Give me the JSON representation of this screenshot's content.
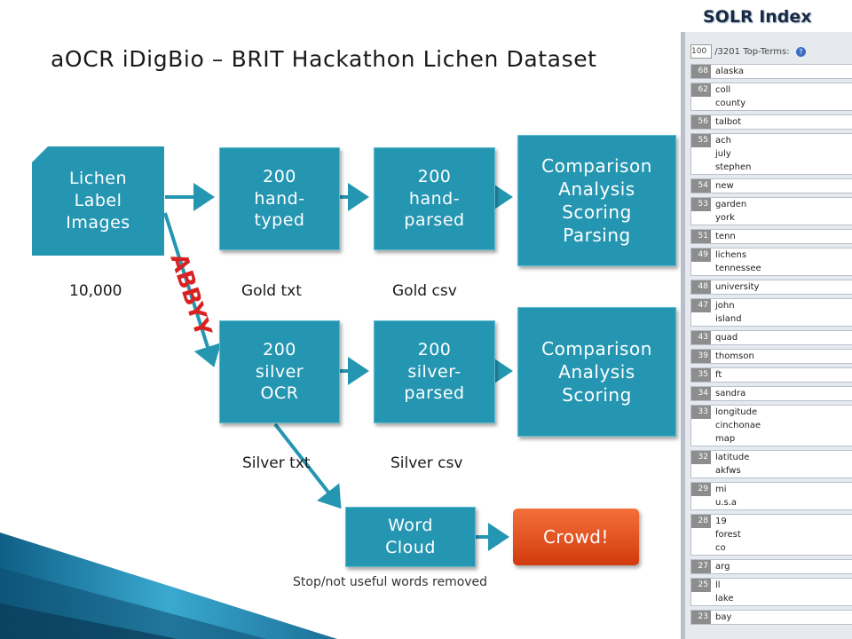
{
  "title": "aOCR iDigBio – BRIT Hackathon Lichen Dataset",
  "boxes": {
    "lichen": "Lichen\nLabel\nImages",
    "hand_typed": "200\nhand-\ntyped",
    "hand_parsed": "200\nhand-\nparsed",
    "comparison_parsing": "Comparison\nAnalysis\nScoring\nParsing",
    "silver_ocr": "200\nsilver\nOCR",
    "silver_parsed": "200\nsilver-\nparsed",
    "comparison_scoring": "Comparison\nAnalysis\nScoring",
    "word_cloud": "Word\nCloud",
    "crowd": "Crowd!"
  },
  "labels": {
    "count": "10,000",
    "gold_txt": "Gold txt",
    "gold_csv": "Gold csv",
    "silver_txt": "Silver txt",
    "silver_csv": "Silver csv",
    "stopwords": "Stop/not useful words removed",
    "abbyy": "ABBYY"
  },
  "solr": {
    "title": "SOLR Index",
    "input_value": "100",
    "total": "/3201",
    "top_terms": "Top-Terms:",
    "help": "?",
    "groups": [
      {
        "count": "68",
        "terms": [
          "alaska"
        ]
      },
      {
        "count": "62",
        "terms": [
          "coll",
          "county"
        ]
      },
      {
        "count": "56",
        "terms": [
          "talbot"
        ]
      },
      {
        "count": "55",
        "terms": [
          "ach",
          "july",
          "stephen"
        ]
      },
      {
        "count": "54",
        "terms": [
          "new"
        ]
      },
      {
        "count": "53",
        "terms": [
          "garden",
          "york"
        ]
      },
      {
        "count": "51",
        "terms": [
          "tenn"
        ]
      },
      {
        "count": "49",
        "terms": [
          "lichens",
          "tennessee"
        ]
      },
      {
        "count": "48",
        "terms": [
          "university"
        ]
      },
      {
        "count": "47",
        "terms": [
          "john",
          "island"
        ]
      },
      {
        "count": "43",
        "terms": [
          "quad"
        ]
      },
      {
        "count": "39",
        "terms": [
          "thomson"
        ]
      },
      {
        "count": "35",
        "terms": [
          "ft"
        ]
      },
      {
        "count": "34",
        "terms": [
          "sandra"
        ]
      },
      {
        "count": "33",
        "terms": [
          "longitude",
          "cinchonae",
          "map"
        ]
      },
      {
        "count": "32",
        "terms": [
          "latitude",
          "akfws"
        ]
      },
      {
        "count": "29",
        "terms": [
          "mi",
          "u.s.a"
        ]
      },
      {
        "count": "28",
        "terms": [
          "19",
          "forest",
          "co"
        ]
      },
      {
        "count": "27",
        "terms": [
          "arg"
        ]
      },
      {
        "count": "25",
        "terms": [
          "ll",
          "lake"
        ]
      },
      {
        "count": "23",
        "terms": [
          "bay"
        ]
      }
    ]
  },
  "colors": {
    "box": "#2596b2",
    "crowd": "#e2501f",
    "arrow": "#2596b2",
    "abbyy": "#d92121"
  }
}
